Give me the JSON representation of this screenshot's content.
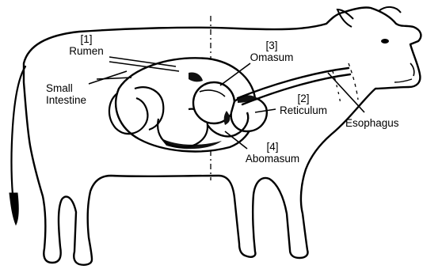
{
  "colors": {
    "ink": "#000000",
    "background": "#ffffff"
  },
  "labels": {
    "rumen": {
      "number": "[1]",
      "name": "Rumen"
    },
    "reticulum": {
      "number": "[2]",
      "name": "Reticulum"
    },
    "omasum": {
      "number": "[3]",
      "name": "Omasum"
    },
    "abomasum": {
      "number": "[4]",
      "name": "Abomasum"
    },
    "small_intestine": {
      "line1": "Small",
      "line2": "Intestine"
    },
    "esophagus": {
      "name": "Esophagus"
    }
  }
}
